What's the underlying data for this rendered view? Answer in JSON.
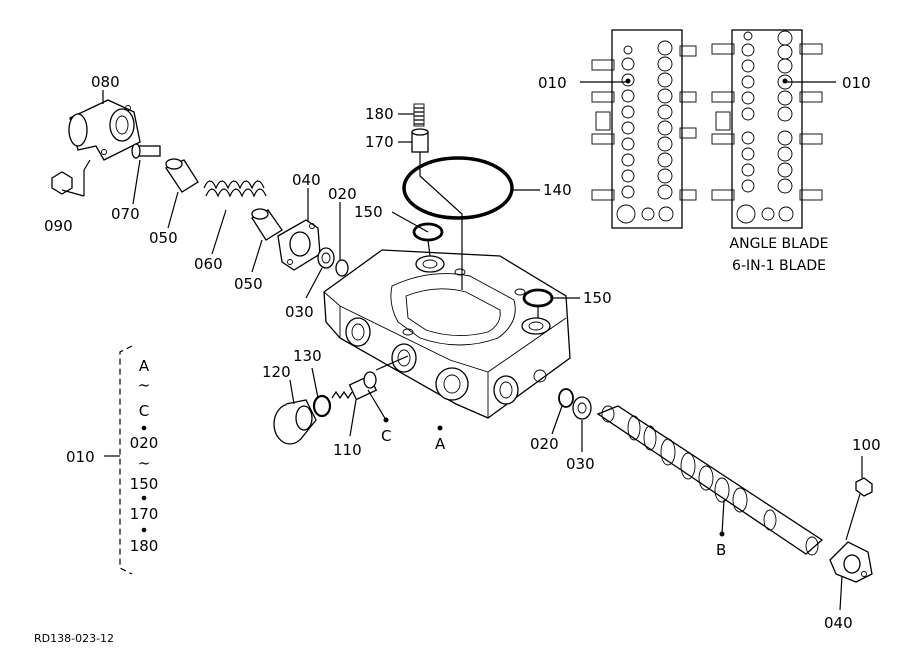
{
  "labels": {
    "p080": "080",
    "p090": "090",
    "p070": "070",
    "p050a": "050",
    "p060": "060",
    "p050b": "050",
    "p040a": "040",
    "p030a": "030",
    "p020a": "020",
    "p150a": "150",
    "p180": "180",
    "p170": "170",
    "p140": "140",
    "p150b": "150",
    "p120": "120",
    "p130": "130",
    "p110": "110",
    "markC": "C",
    "markA": "A",
    "p020b": "020",
    "p030b": "030",
    "p100": "100",
    "markB": "B",
    "p040b": "040",
    "p010left": "010",
    "p010right": "010",
    "p010group": "010"
  },
  "legend": {
    "items": [
      "A",
      "~",
      "C",
      "020",
      "~",
      "150",
      "170",
      "180"
    ]
  },
  "blade_caption": {
    "line1": "ANGLE BLADE",
    "line2": "6-IN-1 BLADE"
  },
  "drawing_code": "RD138-023-12"
}
